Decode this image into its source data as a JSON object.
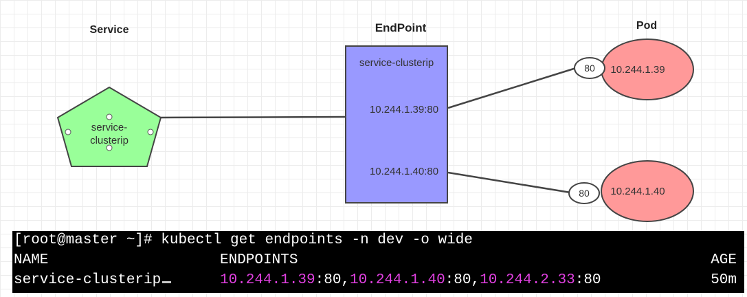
{
  "diagram": {
    "service_title": "Service",
    "endpoint_title": "EndPoint",
    "pod_title": "Pod",
    "service_node_line1": "service-",
    "service_node_line2": "clusterip",
    "endpoint_name": "service-clusterip",
    "endpoint_addr1": "10.244.1.39:80",
    "endpoint_addr2": "10.244.1.40:80",
    "pod1_port": "80",
    "pod1_ip": "10.244.1.39",
    "pod2_port": "80",
    "pod2_ip": "10.244.1.40",
    "colors": {
      "service_fill": "#99ff99",
      "endpoint_fill": "#9999ff",
      "pod_fill": "#ff9999",
      "terminal_ip": "#e040e0"
    }
  },
  "terminal": {
    "prompt_line": "[root@master ~]# kubectl get endpoints -n dev -o wide",
    "header_name": "NAME",
    "header_endpoints": "ENDPOINTS",
    "header_age": "AGE",
    "row_name": "service-clusterip",
    "row_ip1": "10.244.1.39",
    "row_port1": ":80,",
    "row_ip2": "10.244.1.40",
    "row_port2": ":80,",
    "row_ip3": "10.244.2.33",
    "row_port3": ":80",
    "row_age": "50m"
  }
}
